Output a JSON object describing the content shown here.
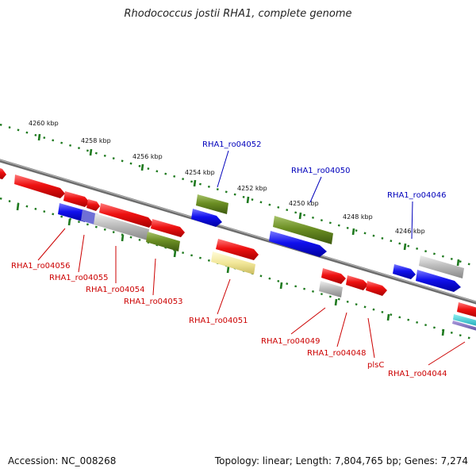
{
  "title": "Rhodococcus jostii RHA1, complete genome",
  "footer": {
    "accession": "Accession: NC_008268",
    "topology": "Topology: linear; Length: 7,804,765 bp; Genes: 7,274"
  },
  "colors": {
    "red": "#ee1111",
    "blue": "#1111ee",
    "olive": "#6b8e23",
    "gray": "#b9b9b9",
    "yellow": "#f2e79a",
    "label_red": "#cc0000",
    "label_blue": "#0000bb",
    "scale_green": "#1f7a1f",
    "backbone": "#8f8f8f"
  },
  "scale_top": {
    "labels": [
      "4260 kbp",
      "4258 kbp",
      "4256 kbp",
      "4254 kbp",
      "4252 kbp",
      "4250 kbp",
      "4248 kbp",
      "4246 kbp"
    ]
  },
  "gene_labels": {
    "top": [
      "RHA1_ro04052",
      "RHA1_ro04050",
      "RHA1_ro04046"
    ],
    "bottom": [
      "RHA1_ro04056",
      "RHA1_ro04055",
      "RHA1_ro04054",
      "RHA1_ro04053",
      "RHA1_ro04051",
      "RHA1_ro04049",
      "RHA1_ro04048",
      "plsC",
      "RHA1_ro04044"
    ]
  }
}
